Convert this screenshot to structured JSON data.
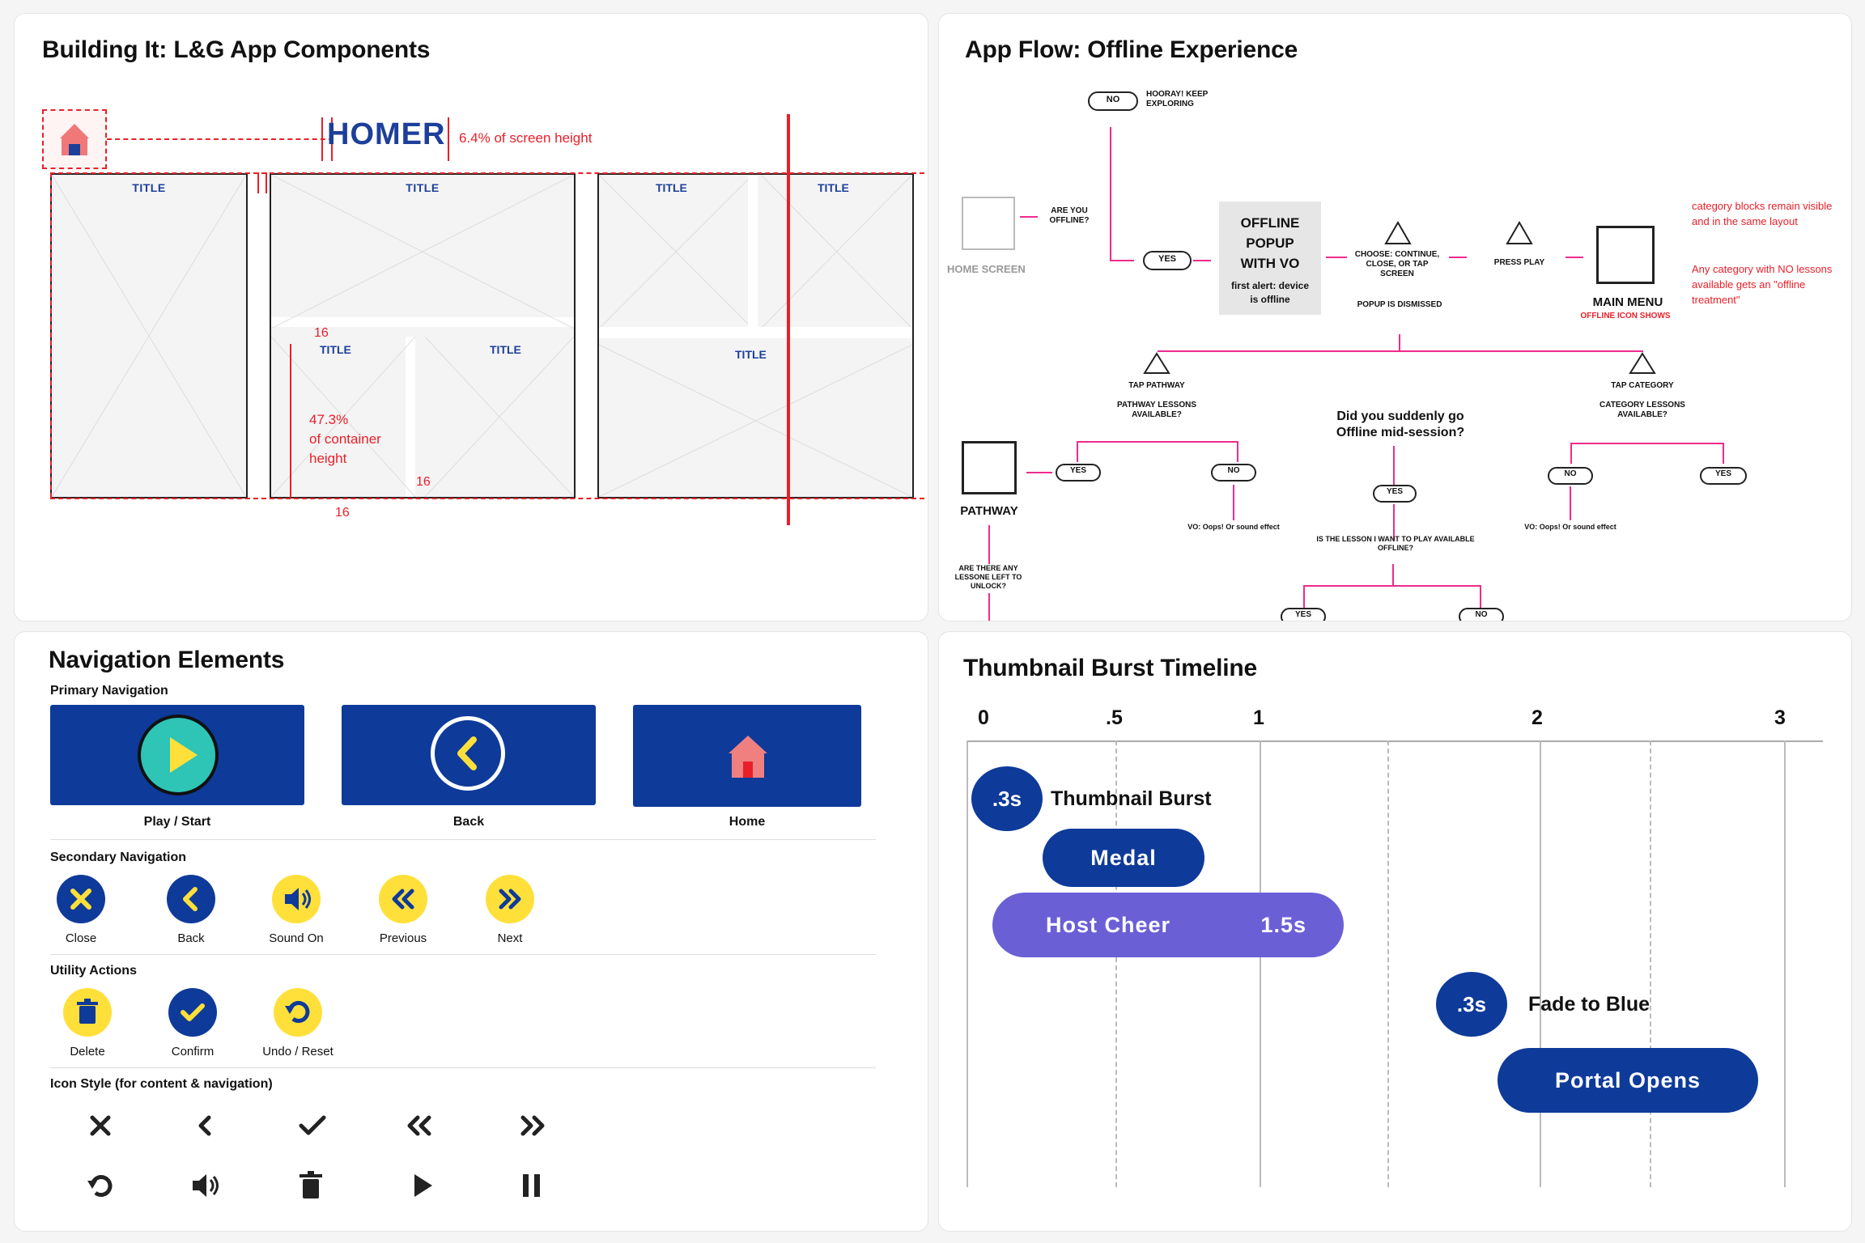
{
  "panels": {
    "components": {
      "title": "Building It: L&G App Components",
      "logo_text": "HOMER",
      "logo_note": "6.4% of screen height",
      "wire_title": "TITLE",
      "gap_label": "16",
      "height_note_1": "47.3%",
      "height_note_2": "of container",
      "height_note_3": "height"
    },
    "flow": {
      "title": "App Flow: Offline Experience",
      "home_screen": "HOME SCREEN",
      "are_you_offline": "ARE YOU OFFLINE?",
      "no": "NO",
      "yes": "YES",
      "hooray": "HOORAY! KEEP EXPLORING",
      "popup_title": "OFFLINE POPUP WITH VO",
      "popup_note": "first alert: device is offline",
      "choose": "CHOOSE: CONTINUE, CLOSE, OR TAP SCREEN",
      "popup_dismissed": "POPUP IS DISMISSED",
      "press_play": "PRESS PLAY",
      "main_menu": "MAIN MENU",
      "offline_icon_shows": "OFFLINE ICON SHOWS",
      "note_1": "category blocks remain visible and in the same layout",
      "note_2": "Any category with NO lessons available gets an \"offline treatment\"",
      "tap_pathway": "TAP PATHWAY",
      "pathway_lessons": "PATHWAY LESSONS AVAILABLE?",
      "tap_category": "TAP CATEGORY",
      "category_lessons": "CATEGORY LESSONS AVAILABLE?",
      "pathway": "PATHWAY",
      "lessons_left": "ARE THERE ANY LESSONE LEFT TO UNLOCK?",
      "vo_oops": "VO: Oops! Or sound effect",
      "mid_session": "Did you suddenly go Offline mid-session?",
      "lesson_available": "IS THE LESSON I WANT TO PLAY AVAILABLE OFFLINE?"
    },
    "nav": {
      "title": "Navigation Elements",
      "primary": "Primary Navigation",
      "primary_items": [
        "Play / Start",
        "Back",
        "Home"
      ],
      "secondary": "Secondary Navigation",
      "secondary_items": [
        "Close",
        "Back",
        "Sound On",
        "Previous",
        "Next"
      ],
      "utility": "Utility Actions",
      "utility_items": [
        "Delete",
        "Confirm",
        "Undo / Reset"
      ],
      "icon_style": "Icon Style (for content & navigation)"
    },
    "timeline": {
      "title": "Thumbnail Burst Timeline",
      "ticks": [
        "0",
        ".5",
        "1",
        "2",
        "3"
      ],
      "events": [
        {
          "badge": ".3s",
          "label": "Thumbnail Burst"
        },
        {
          "label": "Medal"
        },
        {
          "label": "Host Cheer",
          "duration": "1.5s"
        },
        {
          "badge": ".3s",
          "label": "Fade to Blue"
        },
        {
          "label": "Portal Opens"
        }
      ]
    }
  },
  "colors": {
    "navy": "#0e3a9a",
    "teal": "#2ec4b6",
    "yellow": "#ffe03a",
    "pink": "#ef2b8c",
    "red": "#e8202a",
    "purple": "#6b5fd6"
  }
}
